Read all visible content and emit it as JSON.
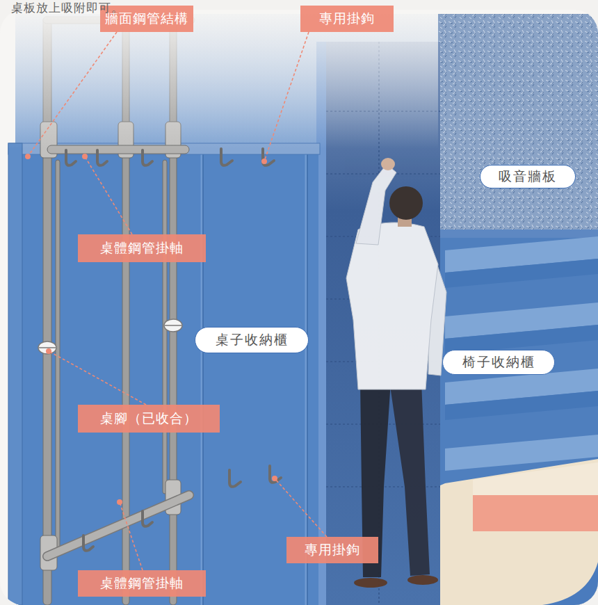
{
  "diagram": {
    "nodes": [
      {
        "text": [
          "牆面鋼管結構"
        ]
      },
      {
        "text": [
          "專用掛鉤"
        ]
      },
      {
        "text": [
          "吸音牆板"
        ]
      },
      {
        "text": [
          "桌體鋼管掛軸"
        ]
      },
      {
        "text": [
          "桌子收納櫃"
        ]
      },
      {
        "text": [
          "椅子收納櫃"
        ]
      },
      {
        "text": [
          "桌腳（已收合）"
        ]
      },
      {
        "text": [
          "專用掛鉤"
        ]
      },
      {
        "text": [
          "桌體鋼管掛軸"
        ]
      }
    ],
    "labels": [
      "桌板放上吸附即可。"
    ]
  }
}
